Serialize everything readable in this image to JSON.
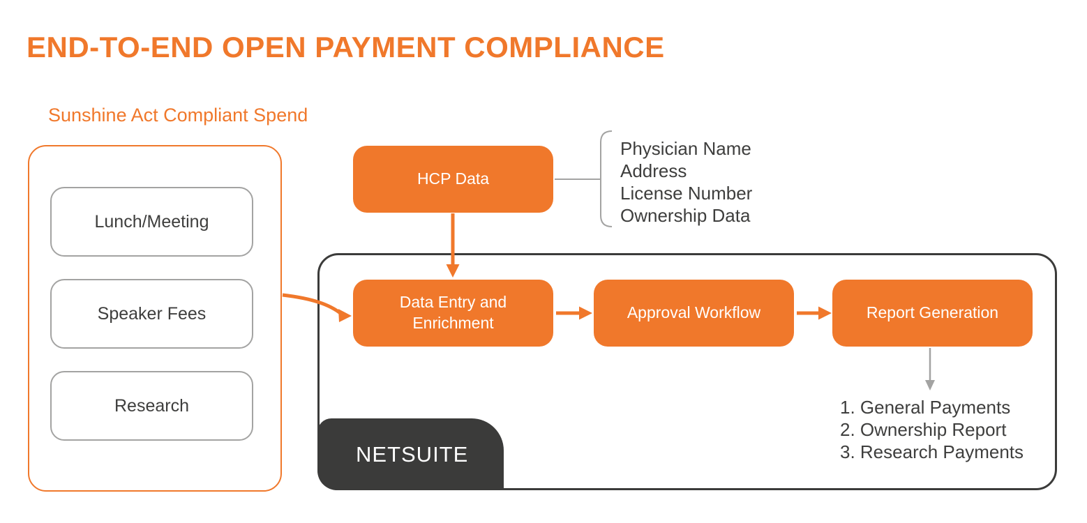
{
  "page": {
    "title": "END-TO-END OPEN PAYMENT COMPLIANCE",
    "subtitle": "Sunshine Act Compliant Spend"
  },
  "spend": {
    "items": [
      {
        "label": "Lunch/Meeting"
      },
      {
        "label": "Speaker Fees"
      },
      {
        "label": "Research"
      }
    ]
  },
  "hcp": {
    "label": "HCP Data",
    "details": [
      "Physician Name",
      "Address",
      "License Number",
      "Ownership Data"
    ]
  },
  "pipeline": {
    "steps": [
      {
        "label": "Data Entry and Enrichment"
      },
      {
        "label": "Approval Workflow"
      },
      {
        "label": "Report Generation"
      }
    ]
  },
  "netsuite": {
    "label": "NETSUITE"
  },
  "outputs": {
    "items": [
      "1. General Payments",
      "2. Ownership Report",
      "3. Research Payments"
    ]
  },
  "colors": {
    "orange": "#F0782B",
    "dark": "#3B3B3A",
    "gray": "#A3A3A2",
    "text": "#3E3E3D"
  }
}
